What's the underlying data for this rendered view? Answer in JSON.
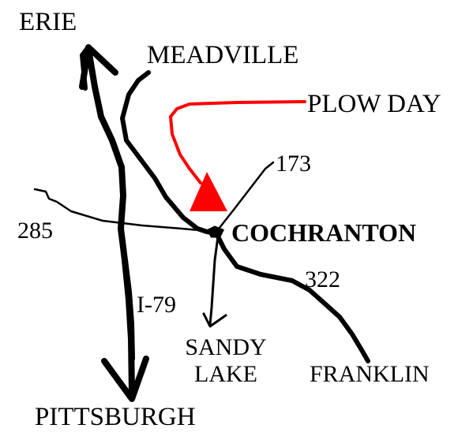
{
  "labels": {
    "erie": "ERIE",
    "meadville": "MEADVILLE",
    "plow_day": "PLOW DAY",
    "route_173": "173",
    "route_285": "285",
    "cochranton": "COCHRANTON",
    "route_322": "322",
    "i79": "I-79",
    "sandy_lake_line1": "SANDY",
    "sandy_lake_line2": "LAKE",
    "franklin": "FRANKLIN",
    "pittsburgh": "PITTSBURGH"
  },
  "colors": {
    "road": "#000000",
    "marker": "#ff0000",
    "background": "#ffffff"
  },
  "icons": {
    "plow_day_marker": "red-triangle"
  }
}
